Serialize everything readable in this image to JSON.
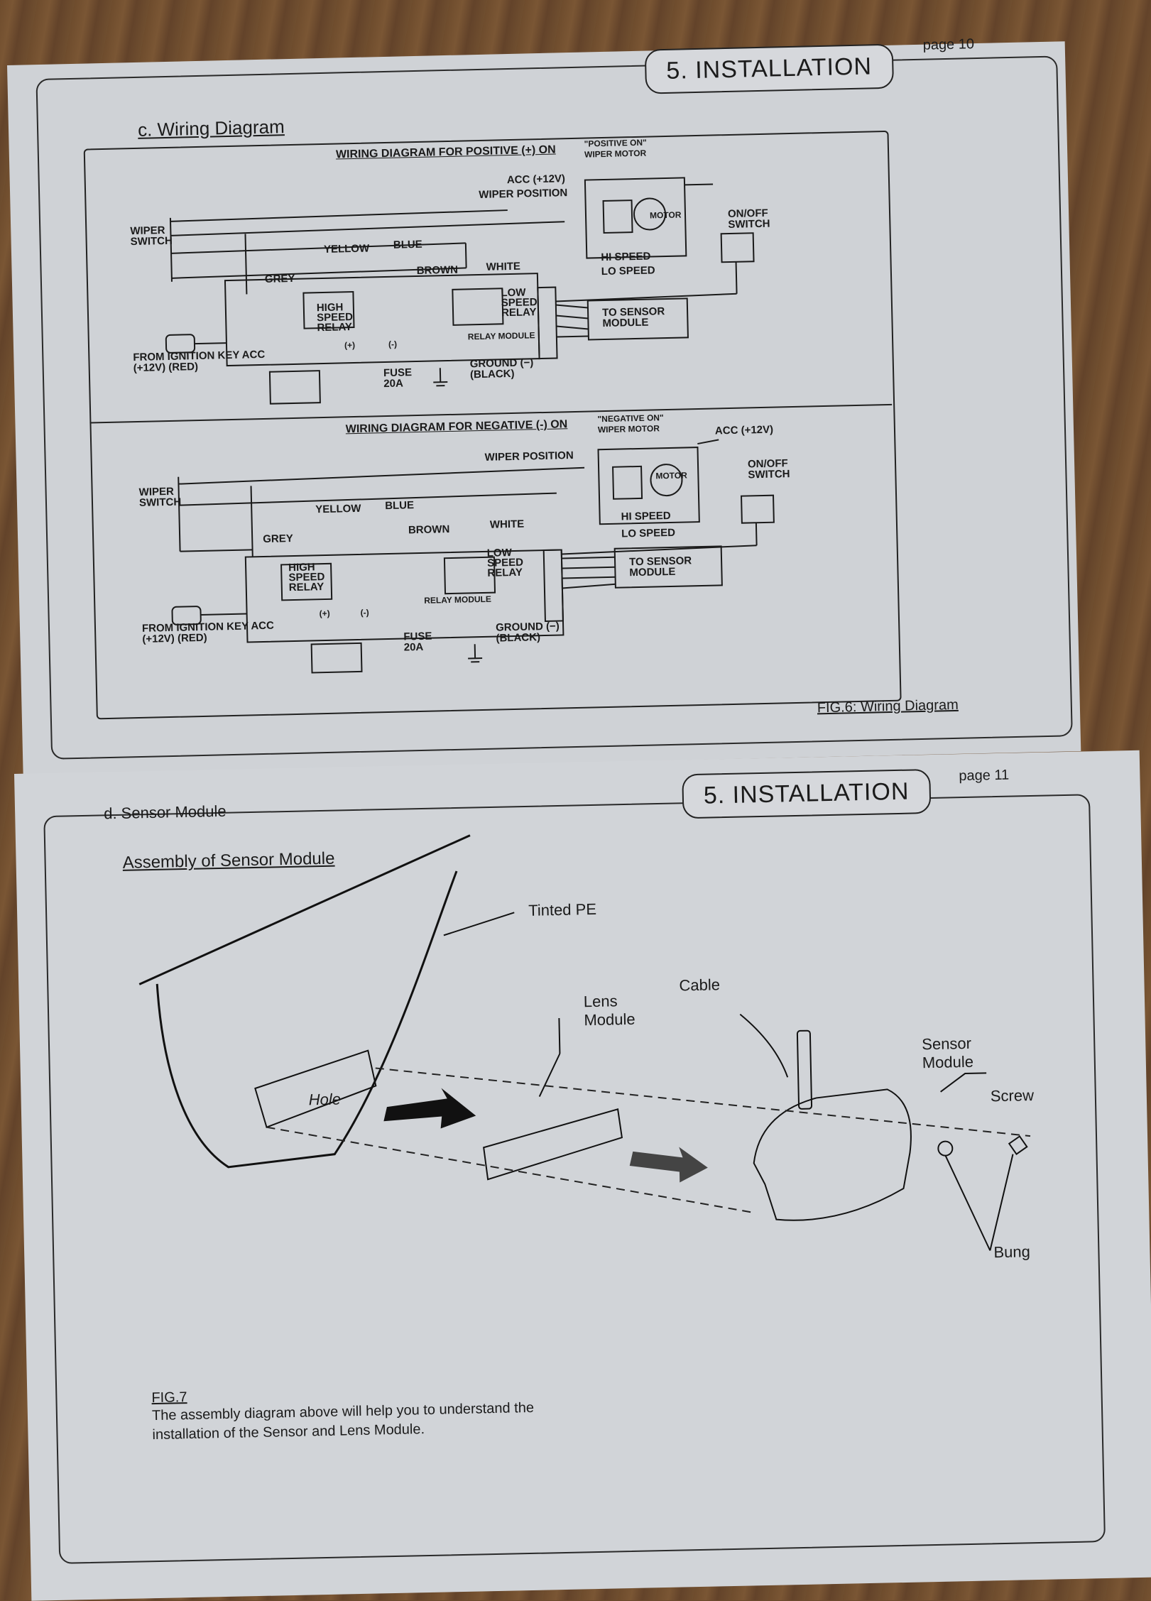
{
  "page10": {
    "page_number": "page 10",
    "section_title": "5. INSTALLATION",
    "subsection": "c. Wiring Diagram",
    "figure_caption": "FIG.6: Wiring Diagram",
    "positive": {
      "heading": "WIRING DIAGRAM FOR POSITIVE (+) ON",
      "motor_title": "\"POSITIVE ON\" WIPER MOTOR",
      "labels": {
        "wiper_switch": "WIPER SWITCH",
        "acc": "ACC (+12V)",
        "wiper_position": "WIPER POSITION",
        "motor": "MOTOR",
        "onoff": "ON/OFF SWITCH",
        "yellow": "YELLOW",
        "blue": "BLUE",
        "grey": "GREY",
        "brown": "BROWN",
        "white": "WHITE",
        "hi_speed": "HI SPEED",
        "lo_speed": "LO SPEED",
        "high_relay": "HIGH SPEED RELAY",
        "low_relay": "LOW SPEED RELAY",
        "sensor": "TO SENSOR MODULE",
        "ignition": "FROM IGNITION KEY ACC (+12V) (RED)",
        "relay_module": "RELAY MODULE",
        "plus": "(+)",
        "minus": "(-)",
        "fuse": "FUSE 20A",
        "ground": "GROUND (−)(BLACK)"
      }
    },
    "negative": {
      "heading": "WIRING DIAGRAM FOR NEGATIVE (-) ON",
      "motor_title": "\"NEGATIVE ON\" WIPER MOTOR",
      "labels": {
        "wiper_switch": "WIPER SWITCH",
        "acc": "ACC (+12V)",
        "wiper_position": "WIPER POSITION",
        "motor": "MOTOR",
        "onoff": "ON/OFF SWITCH",
        "yellow": "YELLOW",
        "blue": "BLUE",
        "grey": "GREY",
        "brown": "BROWN",
        "white": "WHITE",
        "hi_speed": "HI SPEED",
        "lo_speed": "LO SPEED",
        "high_relay": "HIGH SPEED RELAY",
        "low_relay": "LOW SPEED RELAY",
        "sensor": "TO SENSOR MODULE",
        "ignition": "FROM IGNITION KEY ACC (+12V) (RED)",
        "relay_module": "RELAY MODULE",
        "plus": "(+)",
        "minus": "(-)",
        "fuse": "FUSE 20A",
        "ground": "GROUND (−)(BLACK)"
      }
    }
  },
  "page11": {
    "page_number": "page 11",
    "section_title": "5. INSTALLATION",
    "subsection": "d. Sensor Module",
    "assembly_title": "Assembly of Sensor Module",
    "parts": {
      "tinted_pe": "Tinted PE",
      "hole": "Hole",
      "lens_module": "Lens Module",
      "cable": "Cable",
      "sensor_module": "Sensor Module",
      "screw": "Screw",
      "bung": "Bung"
    },
    "fig_label": "FIG.7",
    "fig_text": "The assembly diagram above will help you to understand the installation of the Sensor and Lens Module."
  }
}
